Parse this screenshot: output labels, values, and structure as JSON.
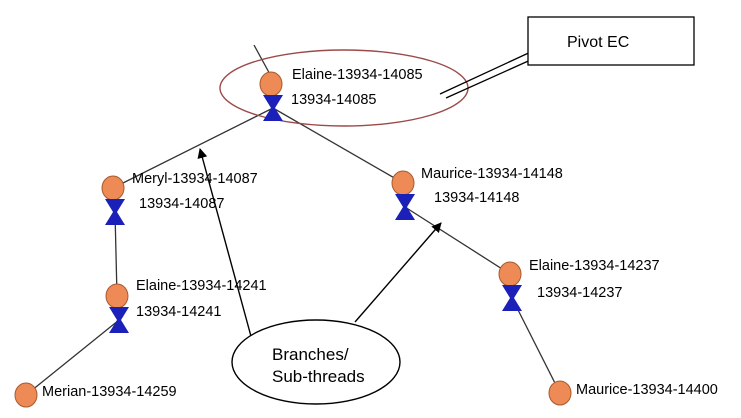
{
  "colors": {
    "person": "#ee8a55",
    "person_stroke": "#a85a2e",
    "hourglass": "#1a20b8",
    "edge": "#333333",
    "pivot_ring": "#9b4a4a"
  },
  "callout": {
    "label": "Pivot EC"
  },
  "bubble": {
    "line1": "Branches/",
    "line2": "Sub-threads"
  },
  "nodes": [
    {
      "id": "n1",
      "person": "Elaine-13934-14085",
      "id_label": "13934-14085",
      "has_hourglass": true
    },
    {
      "id": "n2",
      "person": "Meryl-13934-14087",
      "id_label": "13934-14087",
      "has_hourglass": true
    },
    {
      "id": "n3",
      "person": "Maurice-13934-14148",
      "id_label": "13934-14148",
      "has_hourglass": true
    },
    {
      "id": "n4",
      "person": "Elaine-13934-14241",
      "id_label": "13934-14241",
      "has_hourglass": true
    },
    {
      "id": "n5",
      "person": "Elaine-13934-14237",
      "id_label": "13934-14237",
      "has_hourglass": true
    },
    {
      "id": "n6",
      "person": "Merian-13934-14259",
      "id_label": "",
      "has_hourglass": false
    },
    {
      "id": "n7",
      "person": "Maurice-13934-14400",
      "id_label": "",
      "has_hourglass": false
    }
  ],
  "edges": [
    {
      "from": "n1",
      "to": "n2"
    },
    {
      "from": "n1",
      "to": "n3"
    },
    {
      "from": "n2",
      "to": "n4"
    },
    {
      "from": "n4",
      "to": "n6"
    },
    {
      "from": "n3",
      "to": "n5"
    },
    {
      "from": "n5",
      "to": "n7"
    }
  ]
}
